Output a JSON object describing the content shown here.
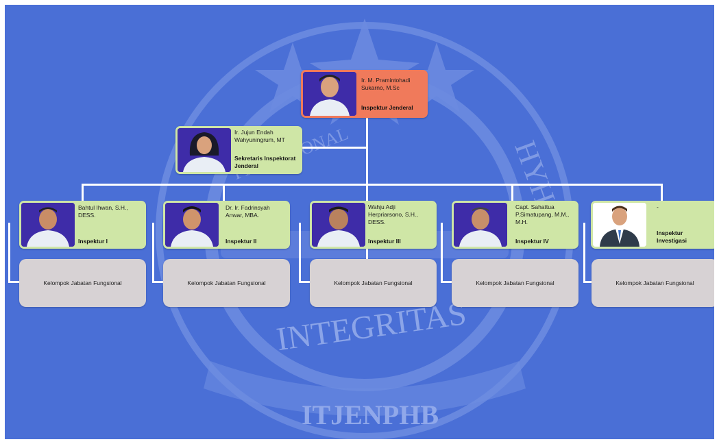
{
  "emblem": {
    "text_top": "INTEGRITAS",
    "text_bottom": "ITJENPHB",
    "text_side": "HYH",
    "text_left": "PROFESIONAL"
  },
  "head": {
    "name": "Ir. M. Pramintohadi Sukarno, M.Sc",
    "role": "Inspektur Jenderal"
  },
  "secretary": {
    "name": "Ir. Jujun Endah Wahyuningrum, MT",
    "role": "Sekretaris Inspektorat Jenderal"
  },
  "inspectors": [
    {
      "name": "Bahtul Ihwan, S.H., DESS.",
      "role": "Inspektur I"
    },
    {
      "name": "Dr. Ir. Fadrinsyah Anwar, MBA.",
      "role": "Inspektur II"
    },
    {
      "name": "Wahju Adji Herpriarsono, S.H., DESS.",
      "role": "Inspektur III"
    },
    {
      "name": "Capt. Sahattua P.Simatupang, M.M., M.H.",
      "role": "Inspektur IV"
    },
    {
      "name": "-",
      "role": "Inspektur Investigasi"
    }
  ],
  "groups": [
    "Kelompok Jabatan Fungsional",
    "Kelompok Jabatan Fungsional",
    "Kelompok Jabatan Fungsional",
    "Kelompok Jabatan Fungsional",
    "Kelompok Jabatan Fungsional"
  ],
  "colors": {
    "background": "#4a6fd6",
    "head_card": "#f07a5b",
    "staff_card": "#cfe6a6",
    "group_box": "#d7d2d4",
    "photo_bg": "#3e2ca8"
  }
}
